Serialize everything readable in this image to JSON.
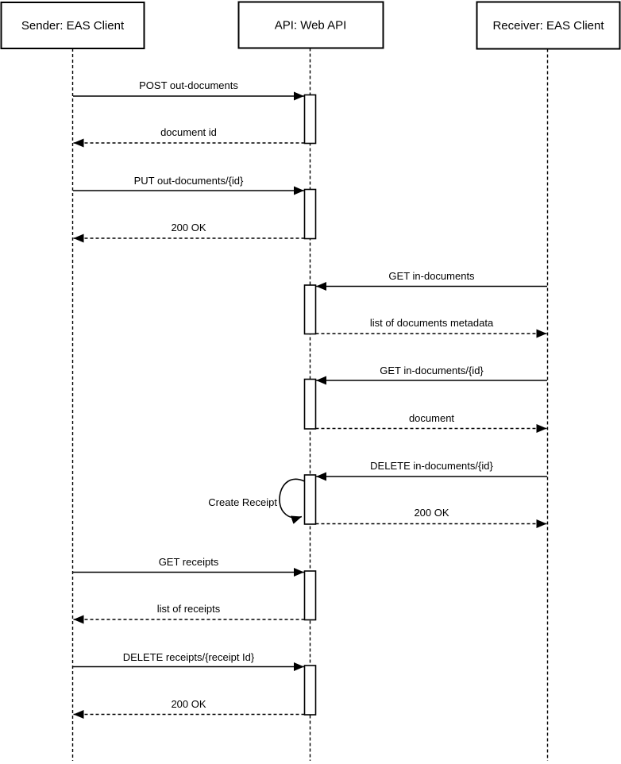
{
  "diagram": {
    "type": "uml-sequence",
    "background_color": "#ffffff",
    "line_color": "#000000"
  },
  "actors": [
    {
      "label": "Sender: EAS Client"
    },
    {
      "label": "API: Web API"
    },
    {
      "label": "Receiver: EAS Client"
    }
  ],
  "messages": [
    {
      "label": "POST out-documents",
      "from": "Sender: EAS Client",
      "to": "API: Web API",
      "style": "solid"
    },
    {
      "label": "document id",
      "from": "API: Web API",
      "to": "Sender: EAS Client",
      "style": "dashed-return"
    },
    {
      "label": "PUT out-documents/{id}",
      "from": "Sender: EAS Client",
      "to": "API: Web API",
      "style": "solid"
    },
    {
      "label": "200 OK",
      "from": "API: Web API",
      "to": "Sender: EAS Client",
      "style": "dashed-return"
    },
    {
      "label": "GET in-documents",
      "from": "Receiver: EAS Client",
      "to": "API: Web API",
      "style": "solid"
    },
    {
      "label": "list of documents metadata",
      "from": "API: Web API",
      "to": "Receiver: EAS Client",
      "style": "dashed-return"
    },
    {
      "label": "GET in-documents/{id}",
      "from": "Receiver: EAS Client",
      "to": "API: Web API",
      "style": "solid"
    },
    {
      "label": "document",
      "from": "API: Web API",
      "to": "Receiver: EAS Client",
      "style": "dashed-return"
    },
    {
      "label": "DELETE in-documents/{id}",
      "from": "Receiver: EAS Client",
      "to": "API: Web API",
      "style": "solid"
    },
    {
      "label": "Create Receipt",
      "from": "API: Web API",
      "to": "API: Web API",
      "style": "self"
    },
    {
      "label": "200 OK",
      "from": "API: Web API",
      "to": "Receiver: EAS Client",
      "style": "dashed-return"
    },
    {
      "label": "GET receipts",
      "from": "Sender: EAS Client",
      "to": "API: Web API",
      "style": "solid"
    },
    {
      "label": "list of receipts",
      "from": "API: Web API",
      "to": "Sender: EAS Client",
      "style": "dashed-return"
    },
    {
      "label": "DELETE receipts/{receipt Id}",
      "from": "Sender: EAS Client",
      "to": "API: Web API",
      "style": "solid"
    },
    {
      "label": "200 OK",
      "from": "API: Web API",
      "to": "Sender: EAS Client",
      "style": "dashed-return"
    }
  ]
}
